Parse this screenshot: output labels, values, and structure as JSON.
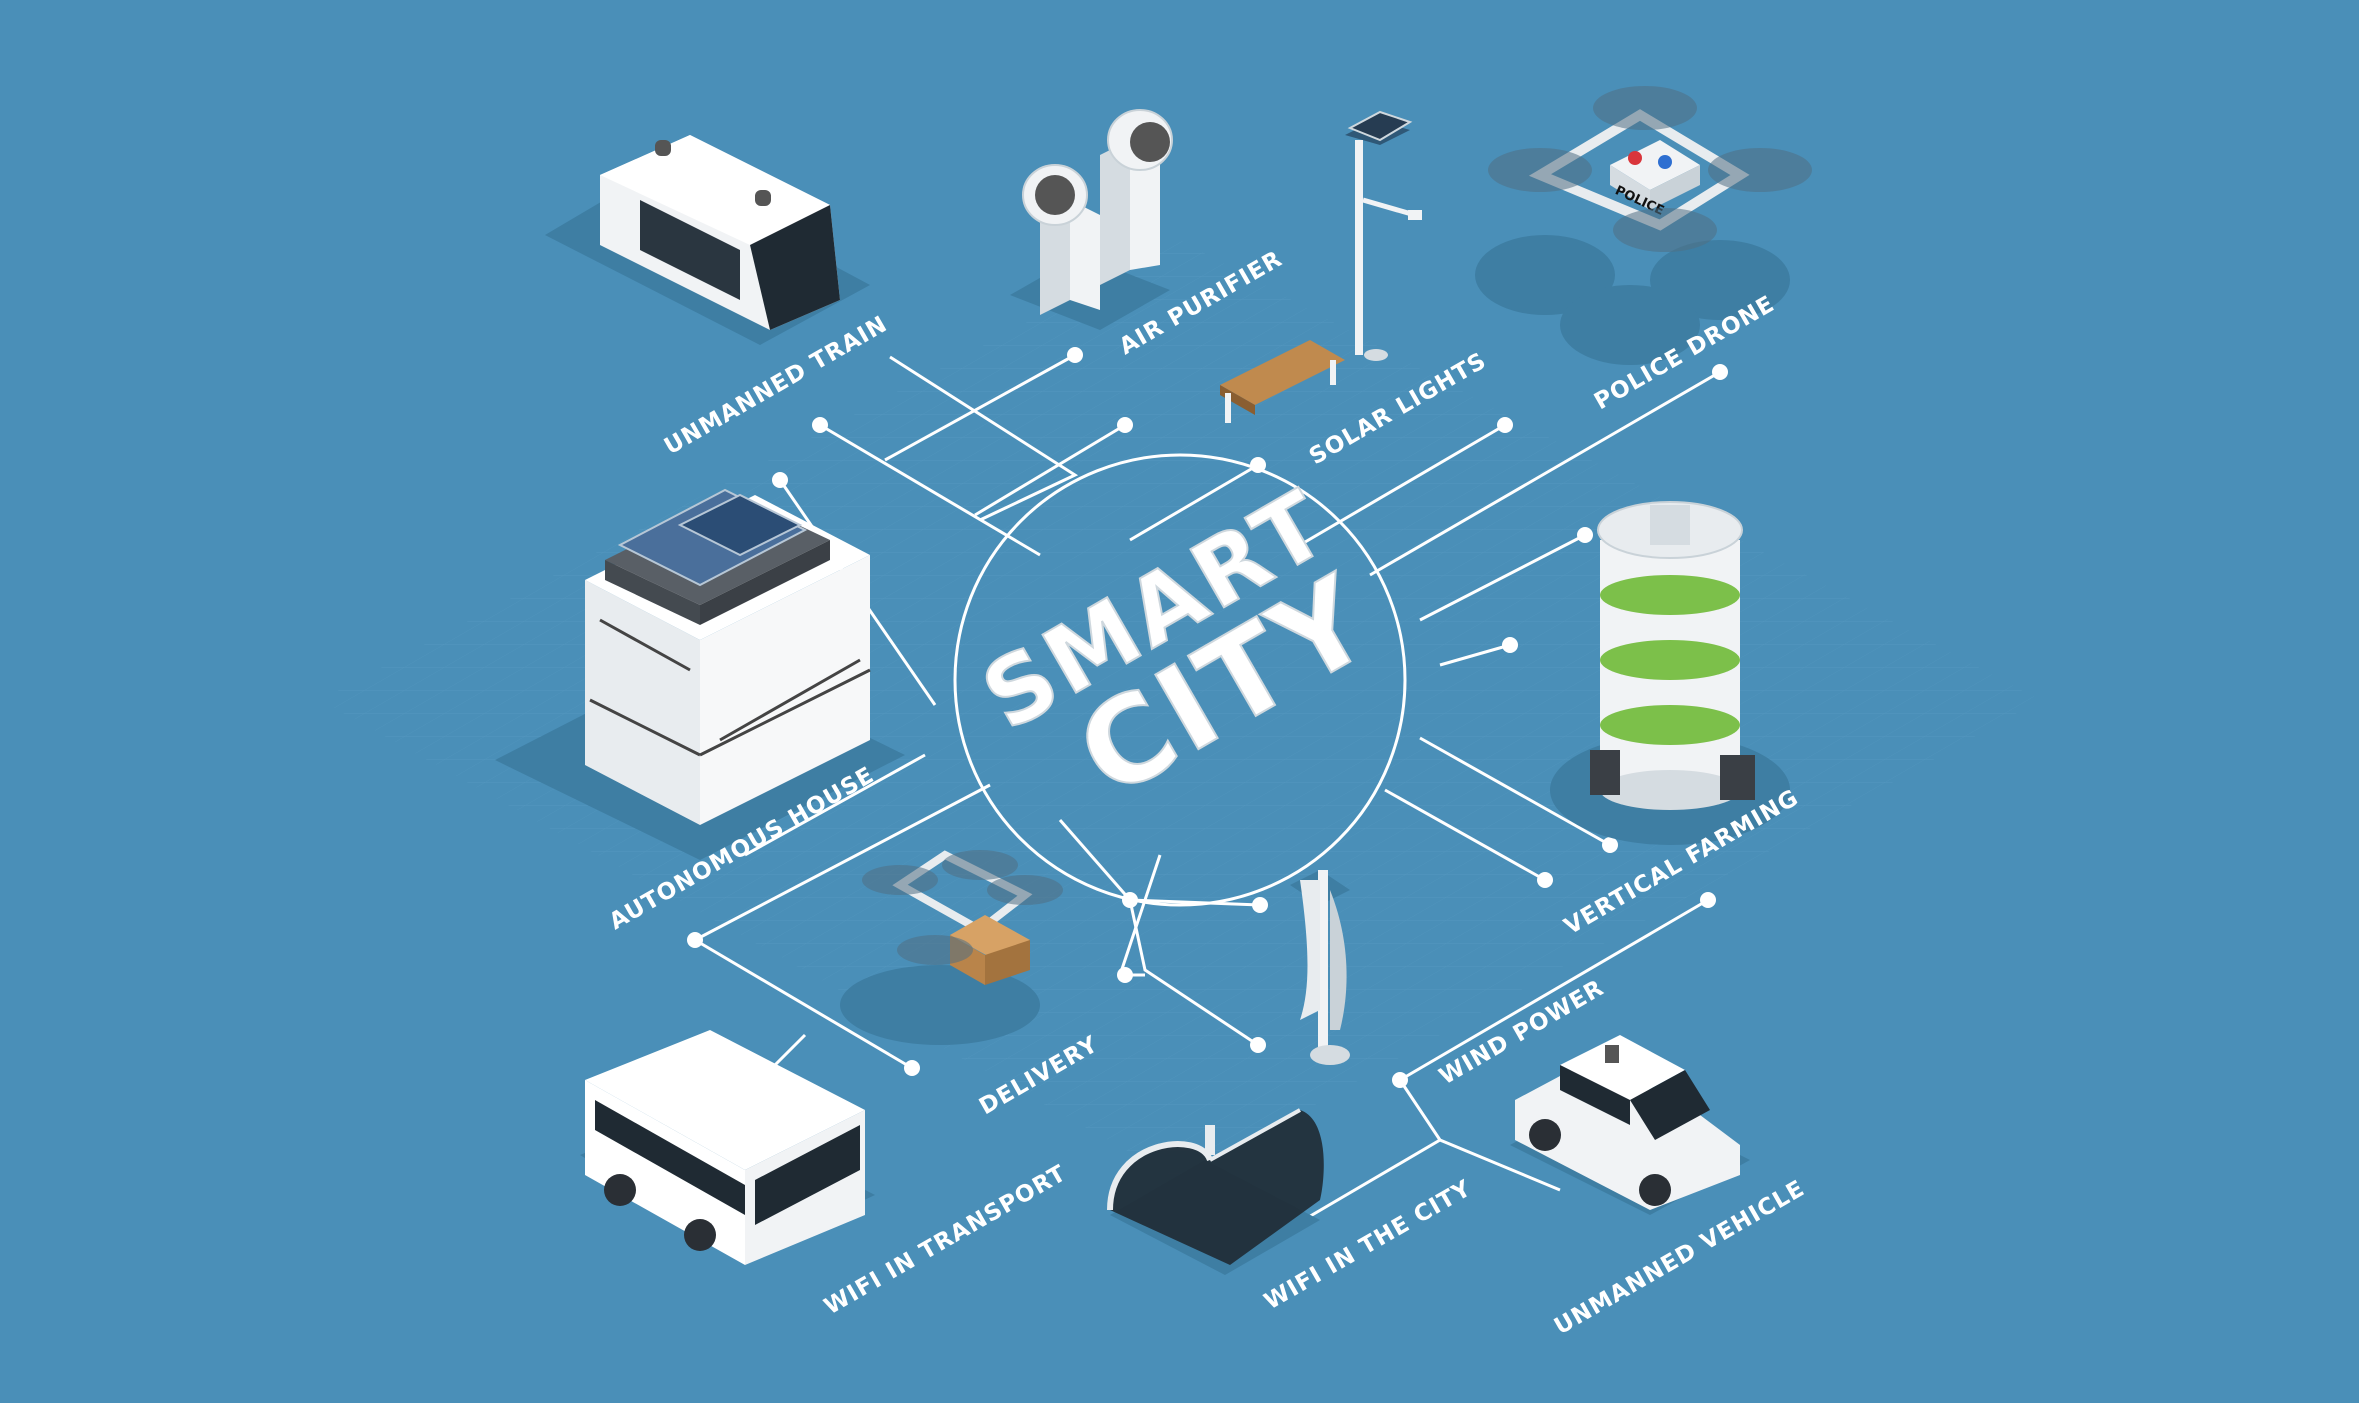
{
  "title": {
    "line1": "SMART",
    "line2": "CITY"
  },
  "colors": {
    "background": "#4a8fb8",
    "lines": "#ffffff",
    "object": "#e8ecef",
    "plants": "#7cc04a"
  },
  "nodes": [
    {
      "id": "unmanned-train",
      "label": "UNMANNED TRAIN",
      "icon": "train-icon"
    },
    {
      "id": "air-purifier",
      "label": "AIR PURIFIER",
      "icon": "air-purifier-icon"
    },
    {
      "id": "solar-lights",
      "label": "SOLAR LIGHTS",
      "icon": "solar-light-icon"
    },
    {
      "id": "police-drone",
      "label": "POLICE DRONE",
      "icon": "police-drone-icon"
    },
    {
      "id": "autonomous-house",
      "label": "AUTONOMOUS HOUSE",
      "icon": "house-icon"
    },
    {
      "id": "vertical-farming",
      "label": "VERTICAL FARMING",
      "icon": "farm-tower-icon"
    },
    {
      "id": "delivery",
      "label": "DELIVERY",
      "icon": "delivery-drone-icon"
    },
    {
      "id": "wind-power",
      "label": "WIND POWER",
      "icon": "wind-turbine-icon"
    },
    {
      "id": "wifi-in-transport",
      "label": "WIFI IN TRANSPORT",
      "icon": "bus-icon"
    },
    {
      "id": "wifi-in-the-city",
      "label": "WIFI IN THE CITY",
      "icon": "shelter-icon"
    },
    {
      "id": "unmanned-vehicle",
      "label": "UNMANNED VEHICLE",
      "icon": "car-icon"
    }
  ],
  "objects": {
    "drone_sign": "POLICE"
  }
}
